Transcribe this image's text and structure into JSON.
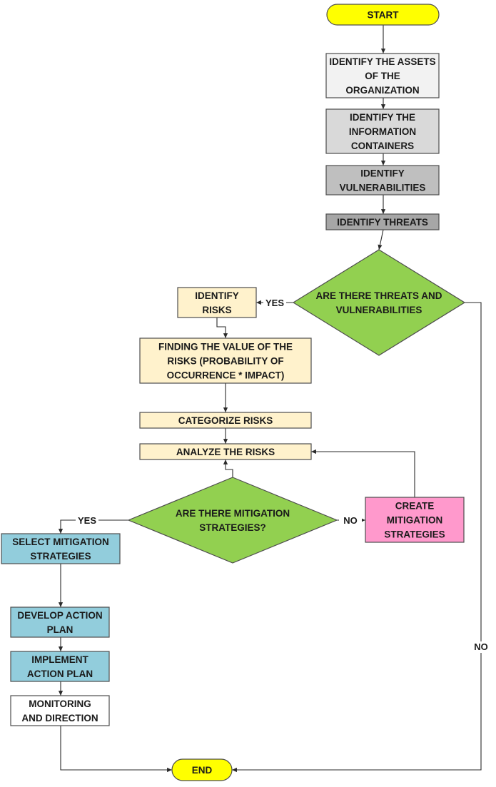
{
  "nodes": [
    {
      "id": "start",
      "kind": "terminal",
      "lines": [
        "START"
      ],
      "fill": "#ffff00"
    },
    {
      "id": "identify-assets",
      "kind": "process",
      "lines": [
        "IDENTIFY THE ASSETS",
        "OF THE",
        "ORGANIZATION"
      ],
      "fill": "#f2f2f2"
    },
    {
      "id": "identify-containers",
      "kind": "process",
      "lines": [
        "IDENTIFY THE",
        "INFORMATION",
        "CONTAINERS"
      ],
      "fill": "#d9d9d9"
    },
    {
      "id": "identify-vulnerabilities",
      "kind": "process",
      "lines": [
        "IDENTIFY",
        "VULNERABILITIES"
      ],
      "fill": "#bfbfbf"
    },
    {
      "id": "identify-threats",
      "kind": "process",
      "lines": [
        "IDENTIFY THREATS"
      ],
      "fill": "#a6a6a6"
    },
    {
      "id": "threats-decision",
      "kind": "decision",
      "lines": [
        "ARE THERE THREATS AND",
        "VULNERABILITIES"
      ],
      "fill": "#92d050"
    },
    {
      "id": "identify-risks",
      "kind": "process",
      "lines": [
        "IDENTIFY",
        "RISKS"
      ],
      "fill": "#fff2cc"
    },
    {
      "id": "finding-value",
      "kind": "process",
      "lines": [
        "FINDING THE VALUE OF THE",
        "RISKS (PROBABILITY OF",
        "OCCURRENCE * IMPACT)"
      ],
      "fill": "#fff2cc"
    },
    {
      "id": "categorize-risks",
      "kind": "process",
      "lines": [
        "CATEGORIZE RISKS"
      ],
      "fill": "#fff2cc"
    },
    {
      "id": "analyze-risks",
      "kind": "process",
      "lines": [
        "ANALYZE THE RISKS"
      ],
      "fill": "#fff2cc"
    },
    {
      "id": "mitigation-decision",
      "kind": "decision",
      "lines": [
        "ARE THERE MITIGATION",
        "STRATEGIES?"
      ],
      "fill": "#92d050"
    },
    {
      "id": "create-mitigation",
      "kind": "process",
      "lines": [
        "CREATE",
        "MITIGATION",
        "STRATEGIES"
      ],
      "fill": "#ff99cc"
    },
    {
      "id": "select-mitigation",
      "kind": "process",
      "lines": [
        "SELECT MITIGATION",
        "STRATEGIES"
      ],
      "fill": "#92cddc"
    },
    {
      "id": "develop-plan",
      "kind": "process",
      "lines": [
        "DEVELOP ACTION",
        "PLAN"
      ],
      "fill": "#92cddc"
    },
    {
      "id": "implement-plan",
      "kind": "process",
      "lines": [
        "IMPLEMENT",
        "ACTION PLAN"
      ],
      "fill": "#92cddc"
    },
    {
      "id": "monitoring",
      "kind": "process",
      "lines": [
        "MONITORING",
        "AND DIRECTION"
      ],
      "fill": "#ffffff"
    },
    {
      "id": "end",
      "kind": "terminal",
      "lines": [
        "END"
      ],
      "fill": "#ffff00"
    }
  ],
  "edges": [
    {
      "from": "start",
      "to": "identify-assets"
    },
    {
      "from": "identify-assets",
      "to": "identify-containers"
    },
    {
      "from": "identify-containers",
      "to": "identify-vulnerabilities"
    },
    {
      "from": "identify-vulnerabilities",
      "to": "identify-threats"
    },
    {
      "from": "identify-threats",
      "to": "threats-decision"
    },
    {
      "from": "threats-decision",
      "to": "identify-risks",
      "label": "YES"
    },
    {
      "from": "threats-decision",
      "to": "end",
      "label": "NO"
    },
    {
      "from": "identify-risks",
      "to": "finding-value"
    },
    {
      "from": "finding-value",
      "to": "categorize-risks"
    },
    {
      "from": "categorize-risks",
      "to": "analyze-risks"
    },
    {
      "from": "analyze-risks",
      "to": "mitigation-decision"
    },
    {
      "from": "mitigation-decision",
      "to": "select-mitigation",
      "label": "YES"
    },
    {
      "from": "mitigation-decision",
      "to": "create-mitigation",
      "label": "NO"
    },
    {
      "from": "create-mitigation",
      "to": "analyze-risks"
    },
    {
      "from": "select-mitigation",
      "to": "develop-plan"
    },
    {
      "from": "develop-plan",
      "to": "implement-plan"
    },
    {
      "from": "implement-plan",
      "to": "monitoring"
    },
    {
      "from": "monitoring",
      "to": "end"
    }
  ]
}
